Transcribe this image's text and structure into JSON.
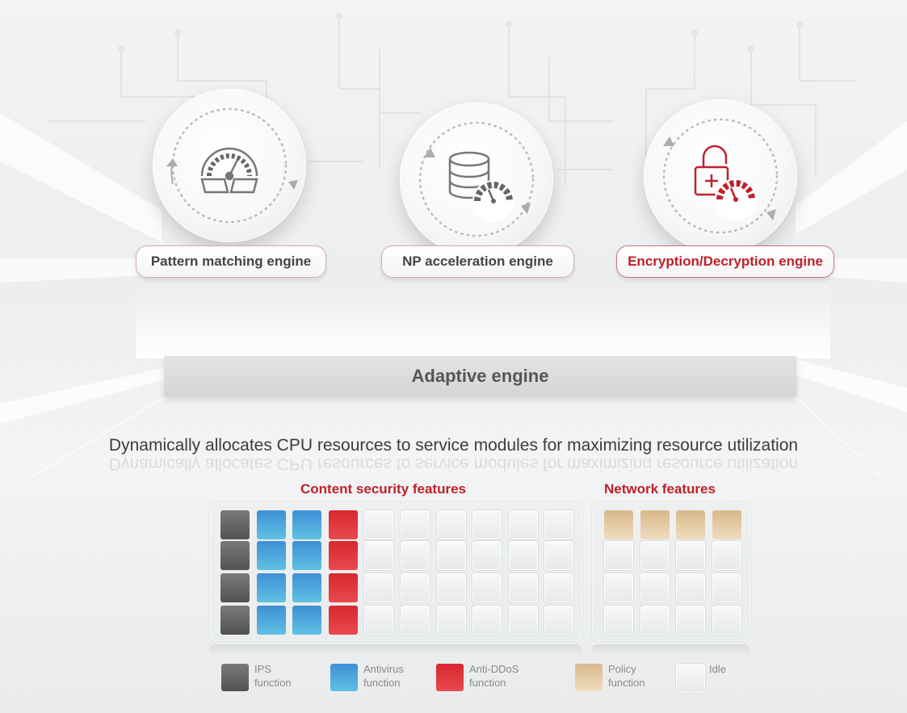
{
  "engines": [
    {
      "label": "Pattern matching engine",
      "icon": "speedometer-icon",
      "highlight": false
    },
    {
      "label": "NP acceleration engine",
      "icon": "database-gauge-icon",
      "highlight": false
    },
    {
      "label": "Encryption/Decryption engine",
      "icon": "lock-gauge-icon",
      "highlight": true
    }
  ],
  "adaptive_engine": "Adaptive engine",
  "description": "Dynamically allocates CPU resources to service modules for maximizing resource utilization",
  "groups": {
    "content_security": "Content security features",
    "network": "Network features"
  },
  "grid": {
    "content_security_columns": [
      "ips",
      "antivirus",
      "antivirus",
      "antiddos",
      "idle",
      "idle",
      "idle",
      "idle",
      "idle",
      "idle"
    ],
    "network_rows": [
      [
        "policy",
        "policy",
        "policy",
        "policy"
      ],
      [
        "idle",
        "idle",
        "idle",
        "idle"
      ],
      [
        "idle",
        "idle",
        "idle",
        "idle"
      ],
      [
        "idle",
        "idle",
        "idle",
        "idle"
      ]
    ],
    "rows": 4
  },
  "legend": [
    {
      "key": "ips",
      "label": "IPS\nfunction"
    },
    {
      "key": "antivirus",
      "label": "Antivirus\nfunction"
    },
    {
      "key": "antiddos",
      "label": "Anti-DDoS\nfunction"
    },
    {
      "key": "policy",
      "label": "Policy\nfunction"
    },
    {
      "key": "idle",
      "label": "Idle"
    }
  ],
  "colors": {
    "accent_red": "#c0202a",
    "ips": "#5f5f5f",
    "antivirus": "#4aa8dc",
    "antiddos": "#d8262f",
    "policy": "#e3c79f",
    "idle": "#eef0f2"
  }
}
